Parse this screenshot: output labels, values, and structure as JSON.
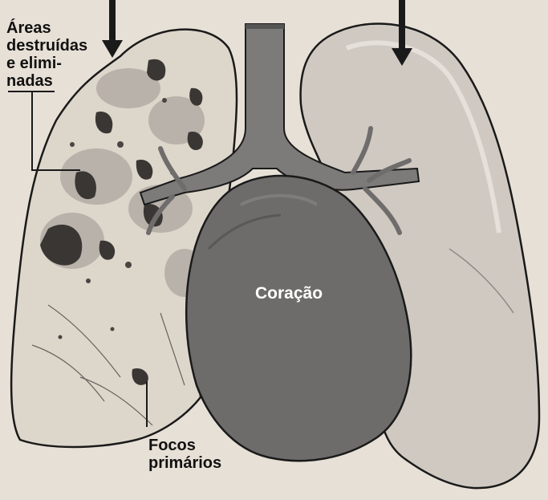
{
  "labels": {
    "destroyed_areas": [
      "Áreas",
      "destruídas",
      "e elimi-",
      "nadas"
    ],
    "primary_foci": [
      "Focos",
      "primários"
    ],
    "heart": "Coração"
  },
  "colors": {
    "background": "#e7e0d6",
    "left_lung": "#ddd6cb",
    "right_lung": "#cfc9c2",
    "heart": "#6e6c6b",
    "trachea": "#7d7b7a",
    "outline": "#1a1a1a"
  }
}
